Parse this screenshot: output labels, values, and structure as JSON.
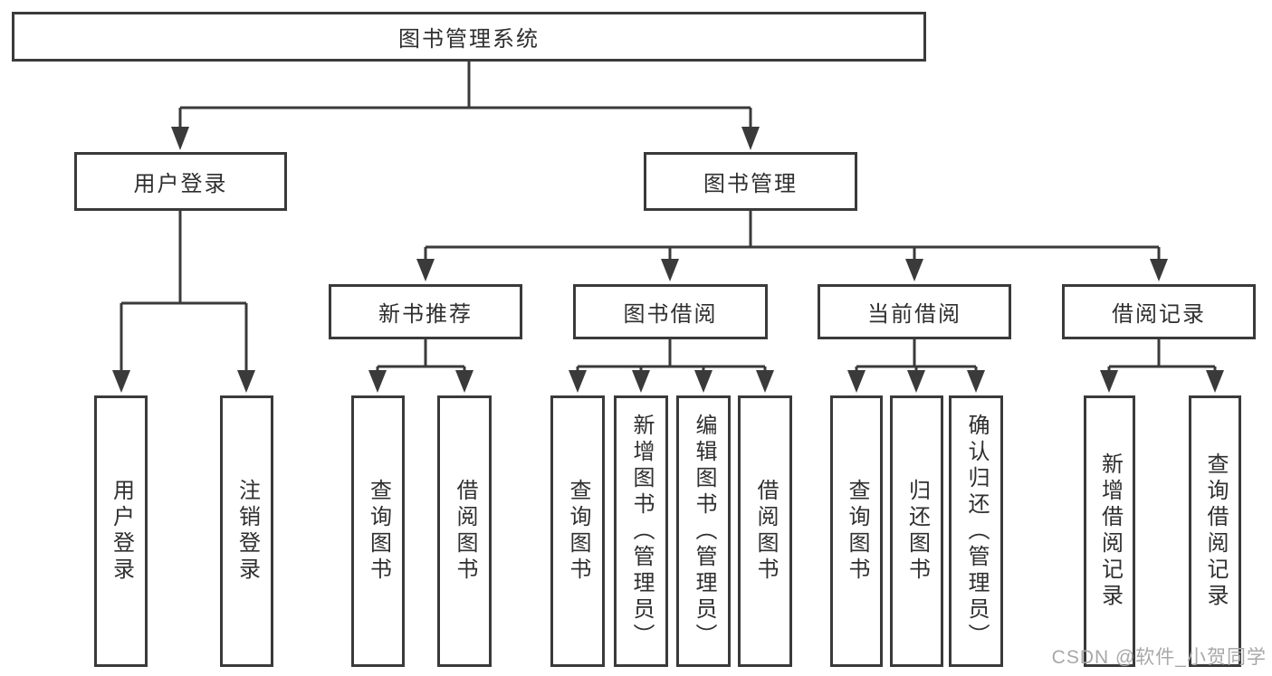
{
  "diagram": {
    "root": {
      "label": "图书管理系统"
    },
    "level2": [
      {
        "label": "用户登录",
        "children": [
          {
            "label": "用户登录"
          },
          {
            "label": "注销登录"
          }
        ]
      },
      {
        "label": "图书管理"
      }
    ],
    "modules": [
      {
        "label": "新书推荐",
        "children": [
          {
            "label": "查询图书"
          },
          {
            "label": "借阅图书"
          }
        ]
      },
      {
        "label": "图书借阅",
        "children": [
          {
            "label": "查询图书"
          },
          {
            "label": "新增图书（管理员）"
          },
          {
            "label": "编辑图书（管理员）"
          },
          {
            "label": "借阅图书"
          }
        ]
      },
      {
        "label": "当前借阅",
        "children": [
          {
            "label": "查询图书"
          },
          {
            "label": "归还图书"
          },
          {
            "label": "确认归还（管理员）"
          }
        ]
      },
      {
        "label": "借阅记录",
        "children": [
          {
            "label": "新增借阅记录"
          },
          {
            "label": "查询借阅记录"
          }
        ]
      }
    ]
  },
  "watermark": {
    "text": "CSDN @软件_小贺同学"
  },
  "colors": {
    "background": "#ffffff",
    "line": "#3a3a3a",
    "border": "#3a3a3a",
    "text": "#2f2f2f",
    "watermark": "#a8a8a8"
  }
}
